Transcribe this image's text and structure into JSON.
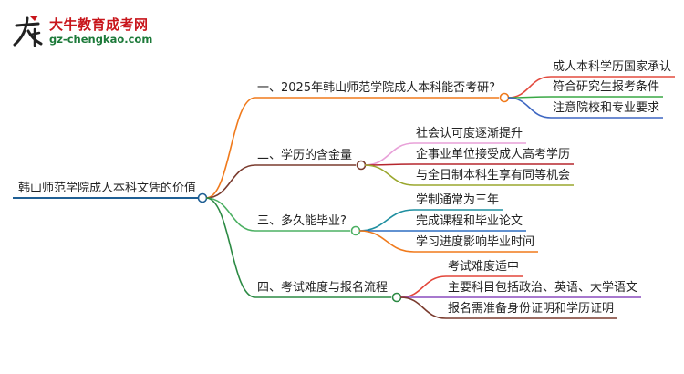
{
  "brand": {
    "name": "大牛教育成考网",
    "url": "gz-chengkao.com",
    "logo_icon": "niu-character-logo-icon"
  },
  "root": {
    "label": "韩山师范学院成人本科文凭的价值",
    "color": "#1f5f94"
  },
  "branches": [
    {
      "label": "一、2025年韩山师范学院成人本科能否考研?",
      "color": "#f07a1c",
      "children": [
        {
          "label": "成人本科学历国家承认",
          "color": "#e34b3f"
        },
        {
          "label": "符合研究生报考条件",
          "color": "#3aa845"
        },
        {
          "label": "注意院校和专业要求",
          "color": "#3e67c2"
        }
      ]
    },
    {
      "label": "二、学历的含金量",
      "color": "#7a3b2e",
      "children": [
        {
          "label": "社会认可度逐渐提升",
          "color": "#e8a0d8"
        },
        {
          "label": "企事业单位接受成人高考学历",
          "color": "#b5262d"
        },
        {
          "label": "与全日制本科生享有同等机会",
          "color": "#9aa72e"
        }
      ]
    },
    {
      "label": "三、多久能毕业?",
      "color": "#4cb063",
      "children": [
        {
          "label": "学制通常为三年",
          "color": "#1f8fa0"
        },
        {
          "label": "完成课程和毕业论文",
          "color": "#2f6fc2"
        },
        {
          "label": "学习进度影响毕业时间",
          "color": "#f07a1c"
        }
      ]
    },
    {
      "label": "四、考试难度与报名流程",
      "color": "#2c8a44",
      "children": [
        {
          "label": "考试难度适中",
          "color": "#e3463a"
        },
        {
          "label": "主要科目包括政治、英语、大学语文",
          "color": "#8a4cbe"
        },
        {
          "label": "报名需准备身份证明和学历证明",
          "color": "#7a3b2e"
        }
      ]
    }
  ]
}
